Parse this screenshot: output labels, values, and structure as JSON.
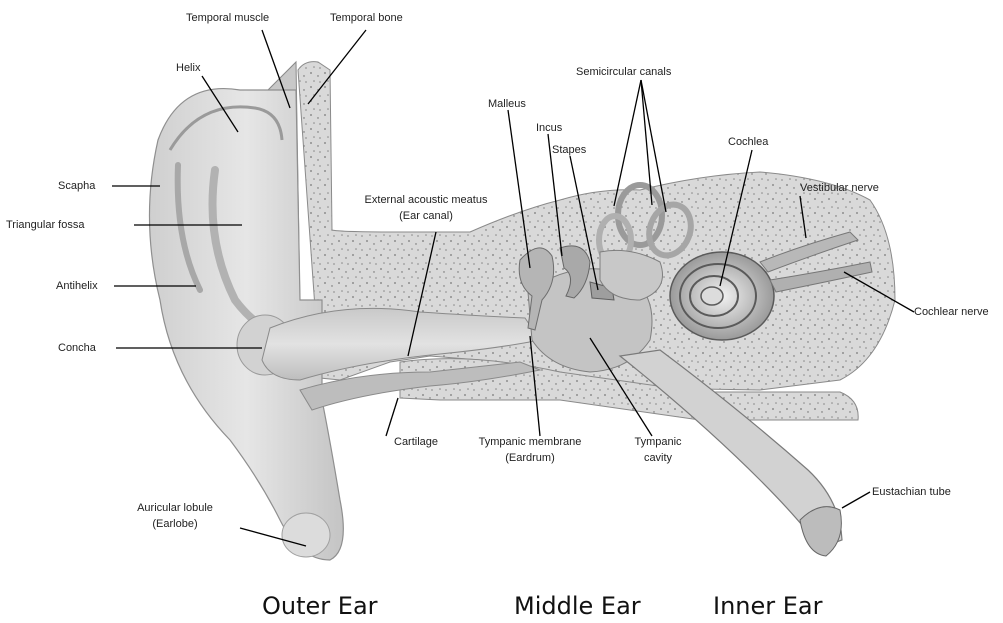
{
  "labels": {
    "temporal_muscle": "Temporal muscle",
    "temporal_bone": "Temporal bone",
    "helix": "Helix",
    "scapha": "Scapha",
    "triangular_fossa": "Triangular fossa",
    "antihelix": "Antihelix",
    "concha": "Concha",
    "auricular_lobule": "Auricular lobule",
    "earlobe": "(Earlobe)",
    "external_acoustic_meatus": "External acoustic meatus",
    "ear_canal": "(Ear canal)",
    "cartilage": "Cartilage",
    "tympanic_membrane": "Tympanic membrane",
    "eardrum": "(Eardrum)",
    "malleus": "Malleus",
    "incus": "Incus",
    "stapes": "Stapes",
    "tympanic": "Tympanic",
    "cavity": "cavity",
    "semicircular_canals": "Semicircular canals",
    "cochlea": "Cochlea",
    "vestibular_nerve": "Vestibular nerve",
    "cochlear_nerve": "Cochlear nerve",
    "eustachian_tube": "Eustachian tube"
  },
  "regions": {
    "outer": "Outer Ear",
    "middle": "Middle Ear",
    "inner": "Inner Ear"
  }
}
